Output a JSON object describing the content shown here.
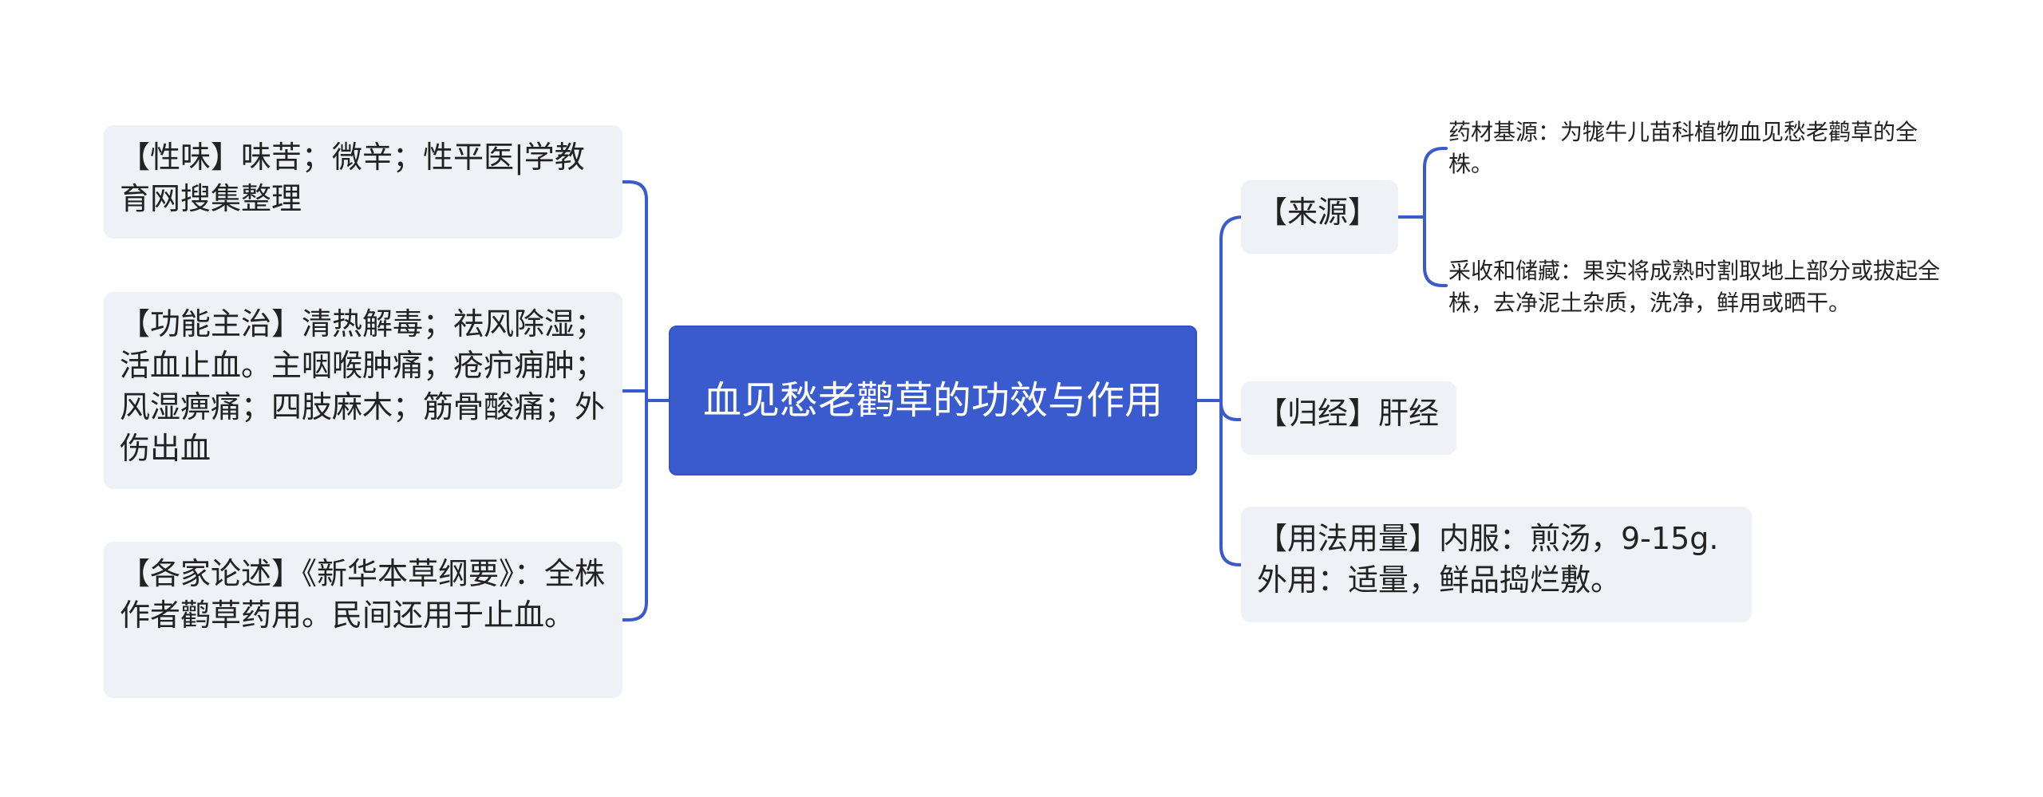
{
  "colors": {
    "root_fill": "#3a5bcd",
    "connector": "#3a5bcd",
    "node_fill": "#eef1f5",
    "text": "#222222"
  },
  "root": {
    "label": "血见愁老鹳草的功效与作用"
  },
  "left_branches": [
    {
      "label": "【性味】味苦；微辛；性平医|学教育网搜集整理"
    },
    {
      "label": "【功能主治】清热解毒；祛风除湿；活血止血。主咽喉肿痛；疮疖痈肿；风湿痹痛；四肢麻木；筋骨酸痛；外伤出血"
    },
    {
      "label": "【各家论述】《新华本草纲要》：全株作者鹳草药用。民间还用于止血。"
    }
  ],
  "right_branches": [
    {
      "label": "【来源】",
      "children": [
        {
          "label": "药材基源：为牻牛儿苗科植物血见愁老鹳草的全株。"
        },
        {
          "label": "采收和储藏：果实将成熟时割取地上部分或拔起全株，去净泥土杂质，洗净，鲜用或晒干。"
        }
      ]
    },
    {
      "label": "【归经】肝经"
    },
    {
      "label": "【用法用量】内服：煎汤，9-15g.外用：适量，鲜品捣烂敷。"
    }
  ]
}
